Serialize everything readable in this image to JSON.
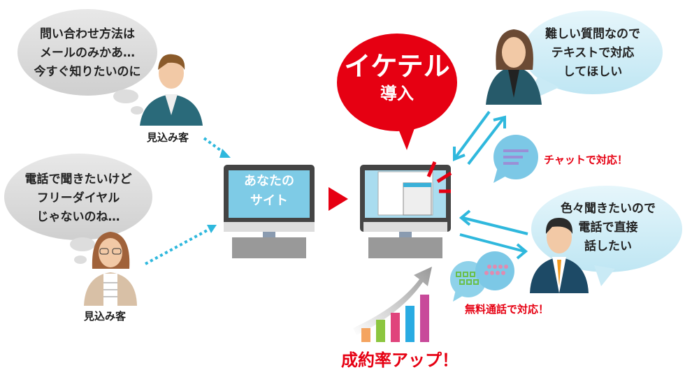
{
  "bubbles": {
    "prospect1": [
      "問い合わせ方法は",
      "メールのみかあ…",
      "今すぐ知りたいのに"
    ],
    "prospect2": [
      "電話で聞きたいけど",
      "フリーダイヤル",
      "じゃないのね…"
    ],
    "customer_text": [
      "難しい質問なので",
      "テキストで対応",
      "してほしい"
    ],
    "customer_phone": [
      "色々聞きたいので",
      "電話で直接",
      "話したい"
    ]
  },
  "labels": {
    "prospect1": "見込み客",
    "prospect2": "見込み客"
  },
  "your_site": [
    "あなたの",
    "サイト"
  ],
  "intro": {
    "title": "イケテル",
    "sub": "導入"
  },
  "chat_support": "チャットで対応！",
  "call_support": "無料通話で対応！",
  "conversion": "成約率アップ！",
  "colors": {
    "accent": "#e60012",
    "cyan": "#2fb8dd",
    "bubble": "#d3eef8"
  }
}
